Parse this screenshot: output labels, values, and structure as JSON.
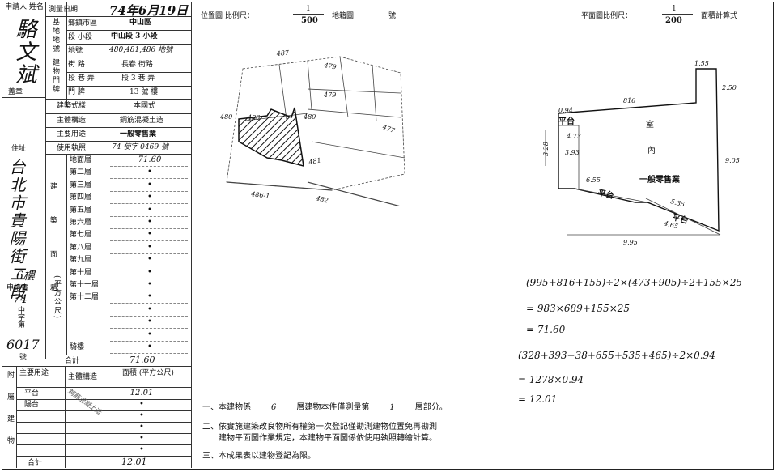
{
  "applicant": {
    "label": "申請人 姓名",
    "name": "駱文斌",
    "seal": "蓋章",
    "address_label": "住址",
    "address_lines": [
      "台北市貴陽街二段",
      "6樓",
      "申請書",
      "74",
      "中字第",
      "6017",
      "號"
    ]
  },
  "survey": {
    "date_label": "測量日期",
    "date_value": "74年6月19日",
    "base_label": "基地地號",
    "township_label": "鄉鎮市區",
    "township_value": "中山區",
    "section_label": "段 小段",
    "section_value": "中山段 3 小段",
    "lot_label": "地號",
    "lot_value": "480,481,486 地號"
  },
  "building_address": {
    "label": "建物門牌",
    "street_label": "街 路",
    "street_value": "長春 街路",
    "lane_label": "段 巷 弄",
    "lane_value": "段 3 巷 弄",
    "number_label": "門 牌",
    "number_value": "13 號 樓"
  },
  "building_style": {
    "label": "建築式樣",
    "value": "本國式"
  },
  "main_structure": {
    "label": "主體構造",
    "value": "鋼筋混凝土造"
  },
  "main_use": {
    "label": "主要用途",
    "value": "一般零售業"
  },
  "use_permit": {
    "label": "使用執照",
    "value": "74 使字 0469 號"
  },
  "floor_area": {
    "side_label": "建築面積",
    "unit_label": "(平方公尺)",
    "floors": [
      {
        "label": "地面層",
        "value": "71.60"
      },
      {
        "label": "第二層",
        "value": "•"
      },
      {
        "label": "第三層",
        "value": "•"
      },
      {
        "label": "第四層",
        "value": "•"
      },
      {
        "label": "第五層",
        "value": "•"
      },
      {
        "label": "第六層",
        "value": "•"
      },
      {
        "label": "第七層",
        "value": "•"
      },
      {
        "label": "第八層",
        "value": "•"
      },
      {
        "label": "第九層",
        "value": "•"
      },
      {
        "label": "第十層",
        "value": "•"
      },
      {
        "label": "第十一層",
        "value": "•"
      },
      {
        "label": "第十二層",
        "value": "•"
      },
      {
        "label": "",
        "value": "•"
      },
      {
        "label": "",
        "value": "•"
      },
      {
        "label": "",
        "value": "•"
      },
      {
        "label": "騎樓",
        "value": "•"
      }
    ],
    "total_label": "合計",
    "total_value": "71.60"
  },
  "annex": {
    "side_label": "附屬建物",
    "use_label": "主要用途",
    "structure_label": "主體構造",
    "area_label": "面積 (平方公尺)",
    "rows": [
      {
        "use": "平台",
        "area": "12.01"
      },
      {
        "use": "陽台",
        "area": "•"
      },
      {
        "use": "",
        "area": "•"
      },
      {
        "use": "",
        "area": "•"
      },
      {
        "use": "",
        "area": "•"
      },
      {
        "use": "",
        "area": "•"
      }
    ],
    "stamp": "鋼筋混凝土造",
    "total_label": "合計",
    "total_value": "12.01"
  },
  "location_map": {
    "scale_label": "位置圖 比例尺：",
    "scale_num": "1",
    "scale_den": "500",
    "sheet_label": "地籍圖",
    "sheet_suffix": "號",
    "lots": [
      "487",
      "479",
      "479",
      "486",
      "480",
      "480",
      "477",
      "481",
      "486-1",
      "482"
    ]
  },
  "floor_plan": {
    "scale_label": "平面圖比例尺：",
    "scale_num": "1",
    "scale_den": "200",
    "method_label": "面積計算式",
    "dims": [
      "816",
      "1.55",
      "2.50",
      "0.94",
      "3.28",
      "4.73",
      "9.05",
      "3.93",
      "6.55",
      "5.35",
      "4.65",
      "9.95"
    ],
    "room_labels": [
      "平台",
      "室",
      "內",
      "一般零售業",
      "平台",
      "平台"
    ]
  },
  "calculations": [
    "(995+816+155)÷2×(473+905)÷2+155×25",
    "= 983×689+155×25",
    "= 71.60",
    "(328+393+38+655+535+465)÷2×0.94",
    "= 1278×0.94",
    "= 12.01"
  ],
  "notes": [
    {
      "prefix": "一、本建物係",
      "value1": "6",
      "mid": "層建物本件僅測量第",
      "value2": "1",
      "suffix": "層部分。"
    },
    {
      "text": "二、依實施建築改良物所有權第一次登記僅勘測建物位置免再勘測"
    },
    {
      "text": "建物平面圖作業規定，本建物平面圖係依使用執照轉繪計算。"
    },
    {
      "text": "三、本成果表以建物登記為限。"
    }
  ]
}
